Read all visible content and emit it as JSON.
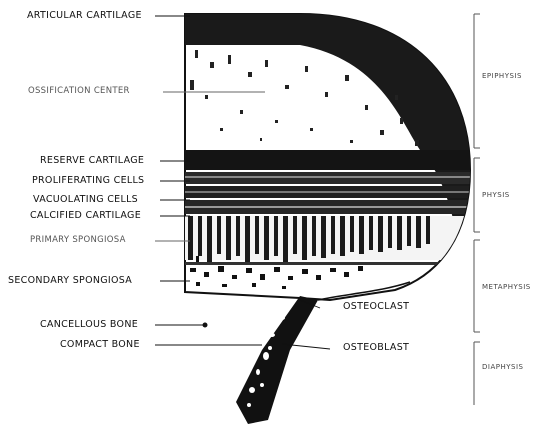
{
  "labels": {
    "articular_cartilage": "ARTICULAR CARTILAGE",
    "ossification_center": "OSSIFICATION CENTER",
    "reserve_cartilage": "RESERVE CARTILAGE",
    "proliferating_cells": "PROLIFERATING CELLS",
    "vacuolating_cells": "VACUOLATING CELLS",
    "calcified_cartilage": "CALCIFIED CARTILAGE",
    "primary_spongiosa": "PRIMARY SPONGIOSA",
    "secondary_spongiosa": "SECONDARY SPONGIOSA",
    "cancellous_bone": "CANCELLOUS BONE",
    "compact_bone": "COMPACT BONE",
    "osteoclast": "OSTEOCLAST",
    "osteoblast": "OSTEOBLAST"
  },
  "zones": {
    "epiphysis": "EPIPHYSIS",
    "physis": "PHYSIS",
    "metaphysis": "METAPHYSIS",
    "diaphysis": "DIAPHYSIS"
  }
}
